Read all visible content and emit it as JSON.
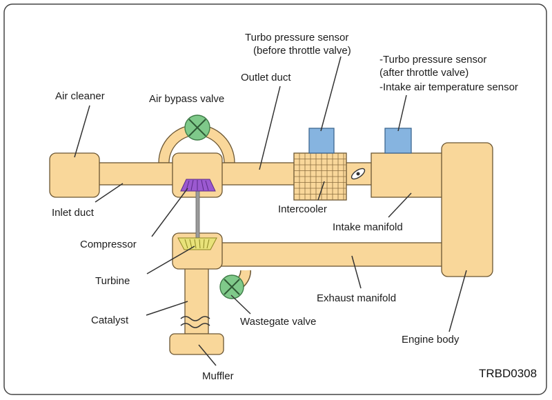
{
  "labels": {
    "air_cleaner": "Air cleaner",
    "air_bypass_valve": "Air bypass valve",
    "outlet_duct": "Outlet duct",
    "turbo_sensor_before_1": "Turbo pressure sensor",
    "turbo_sensor_before_2": "(before throttle valve)",
    "turbo_sensor_after_1": "-Turbo pressure sensor",
    "turbo_sensor_after_2": "(after throttle valve)",
    "intake_temp_sensor": "-Intake air temperature sensor",
    "inlet_duct": "Inlet duct",
    "intercooler": "Intercooler",
    "intake_manifold": "Intake manifold",
    "compressor": "Compressor",
    "turbine": "Turbine",
    "catalyst": "Catalyst",
    "exhaust_manifold": "Exhaust manifold",
    "wastegate_valve": "Wastegate valve",
    "engine_body": "Engine body",
    "muffler": "Muffler"
  },
  "figure_code": "TRBD0308",
  "colors": {
    "duct_fill": "#f9d79a",
    "duct_stroke": "#6b5633",
    "valve_green": "#7fc98a",
    "sensor_blue": "#86b4e0",
    "compressor_purple": "#9b59d0",
    "turbine_yellow": "#e8e27a"
  }
}
